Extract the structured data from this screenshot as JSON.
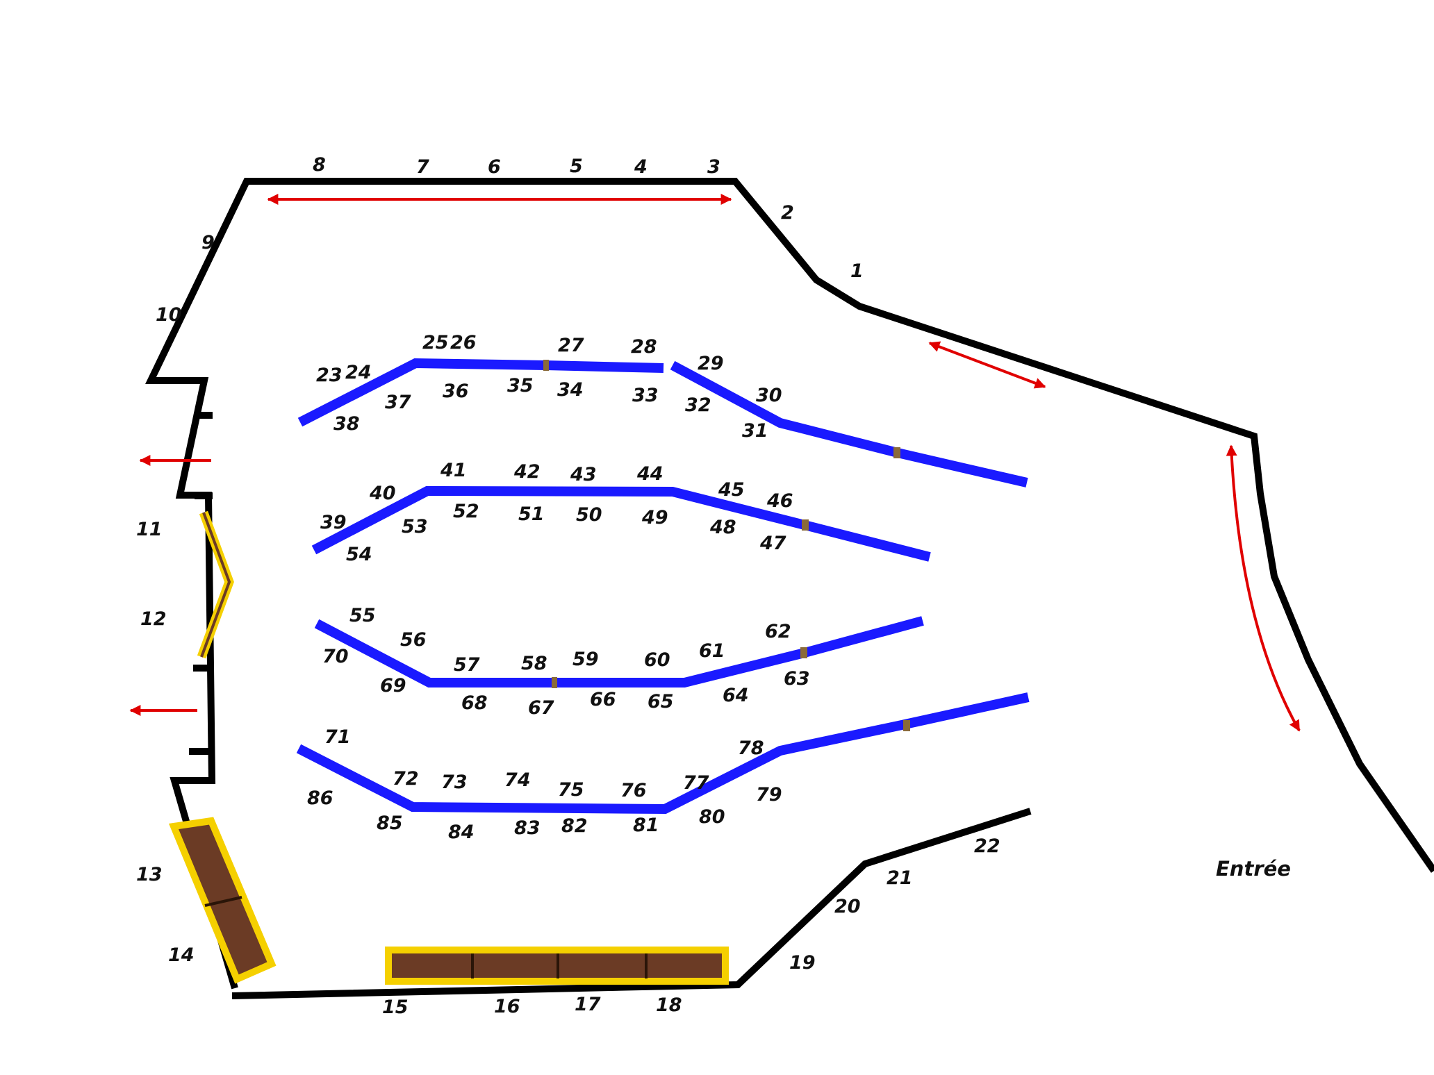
{
  "entrance_label": "Entrée",
  "colors": {
    "wall": "#000000",
    "panel": "#1a1aff",
    "panel_joint": "#8a6a3a",
    "arrow": "#e00000",
    "table_fill": "#6b3b25",
    "table_border": "#f5d000"
  },
  "labels": {
    "n1": "1",
    "n2": "2",
    "n3": "3",
    "n4": "4",
    "n5": "5",
    "n6": "6",
    "n7": "7",
    "n8": "8",
    "n9": "9",
    "n10": "10",
    "n11": "11",
    "n12": "12",
    "n13": "13",
    "n14": "14",
    "n15": "15",
    "n16": "16",
    "n17": "17",
    "n18": "18",
    "n19": "19",
    "n20": "20",
    "n21": "21",
    "n22": "22",
    "n23": "23",
    "n24": "24",
    "n25": "25",
    "n26": "26",
    "n27": "27",
    "n28": "28",
    "n29": "29",
    "n30": "30",
    "n31": "31",
    "n32": "32",
    "n33": "33",
    "n34": "34",
    "n35": "35",
    "n36": "36",
    "n37": "37",
    "n38": "38",
    "n39": "39",
    "n40": "40",
    "n41": "41",
    "n42": "42",
    "n43": "43",
    "n44": "44",
    "n45": "45",
    "n46": "46",
    "n47": "47",
    "n48": "48",
    "n49": "49",
    "n50": "50",
    "n51": "51",
    "n52": "52",
    "n53": "53",
    "n54": "54",
    "n55": "55",
    "n56": "56",
    "n57": "57",
    "n58": "58",
    "n59": "59",
    "n60": "60",
    "n61": "61",
    "n62": "62",
    "n63": "63",
    "n64": "64",
    "n65": "65",
    "n66": "66",
    "n67": "67",
    "n68": "68",
    "n69": "69",
    "n70": "70",
    "n71": "71",
    "n72": "72",
    "n73": "73",
    "n74": "74",
    "n75": "75",
    "n76": "76",
    "n77": "77",
    "n78": "78",
    "n79": "79",
    "n80": "80",
    "n81": "81",
    "n82": "82",
    "n83": "83",
    "n84": "84",
    "n85": "85",
    "n86": "86"
  }
}
